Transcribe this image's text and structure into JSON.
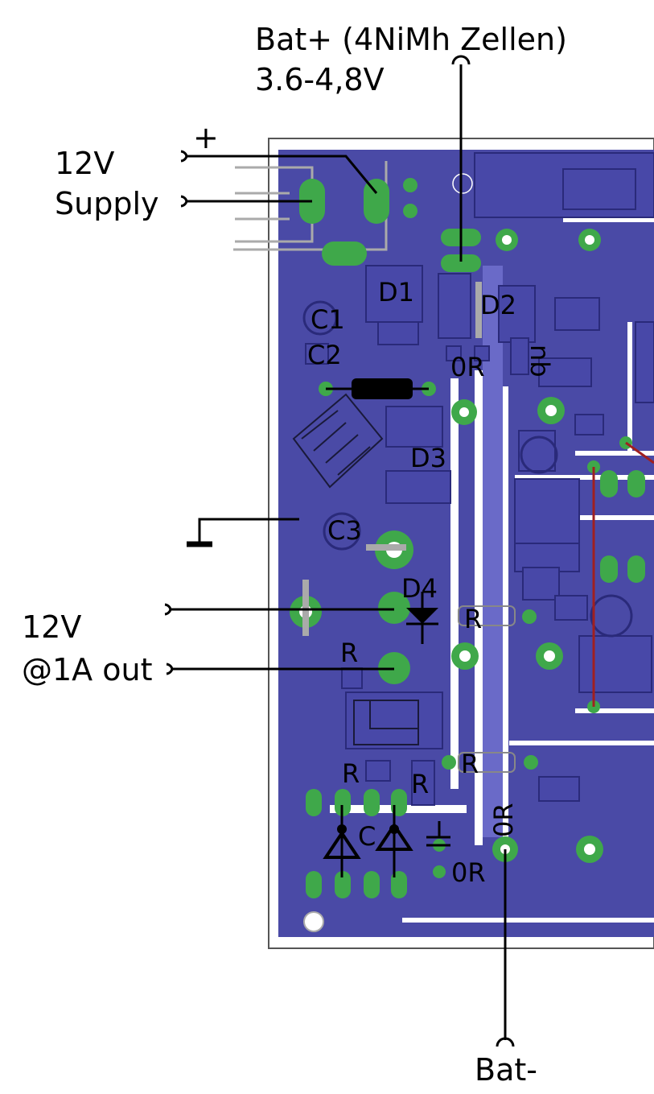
{
  "annotations": {
    "bat_plus_line1": "Bat+ (4NiMh Zellen)",
    "bat_plus_line2": "3.6-4,8V",
    "plus_sign": "+",
    "supply_line1": "12V",
    "supply_line2": "Supply",
    "out_line1": "12V",
    "out_line2": "@1A out",
    "bat_minus": "Bat-"
  },
  "components": {
    "d1": "D1",
    "d2": "D2",
    "d3": "D3",
    "d4": "D4",
    "c1": "C1",
    "c2": "C2",
    "c3": "C3",
    "c_small": "C",
    "r_0r_1": "0R",
    "r_0r_2": "0R",
    "r_0r_3": "0R",
    "r_d4": "R",
    "r_left": "R",
    "r_mid": "R",
    "r_low1": "R",
    "r_low2": "R",
    "nb": "nb"
  },
  "colors": {
    "board": "#4a4aa6",
    "copper": "#5858b8",
    "pad": "#3fa84a",
    "silk": "#1a1a3a",
    "red_wire": "#a02020"
  }
}
